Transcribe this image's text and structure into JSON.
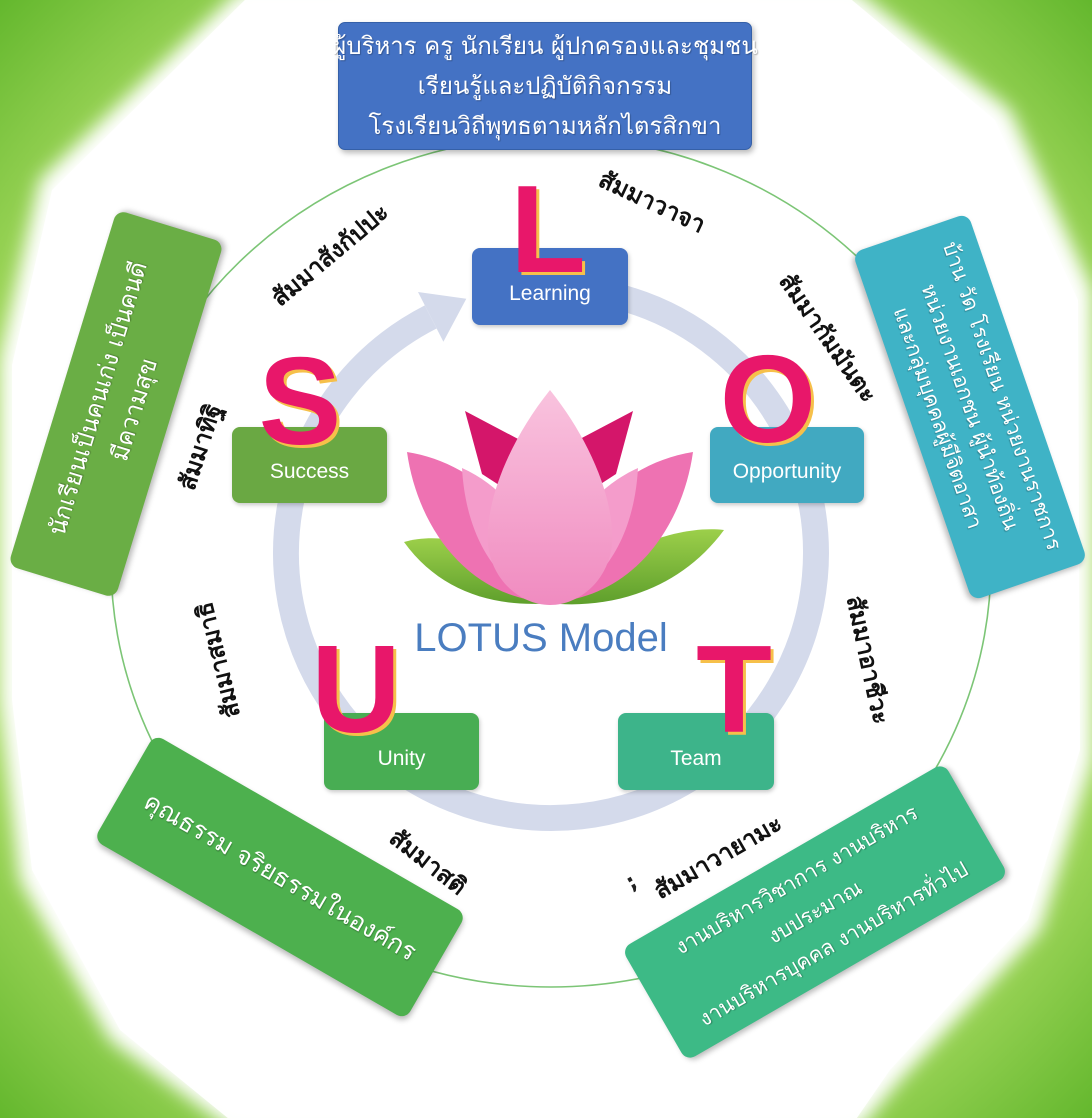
{
  "title": "LOTUS Model",
  "icons": [
    "lotus-flower",
    "cycle-arrow"
  ],
  "colors": {
    "learning": "#4472c4",
    "success": "#6aa843",
    "opportunity": "#41a9c1",
    "unity": "#48ad53",
    "team": "#3db48a",
    "letter": "#e8176a",
    "letter_shadow": "#f6c04a",
    "title": "#4a7dc0",
    "top_box": "#4472c4",
    "left_box": "#6aae45",
    "right_box": "#3fb3c6",
    "bottom_left_box": "#4db04e",
    "bottom_right_box": "#3dba86"
  },
  "center_boxes": {
    "learning": {
      "letter": "L",
      "label": "Learning"
    },
    "success": {
      "letter": "S",
      "label": "Success"
    },
    "opportunity": {
      "letter": "O",
      "label": "Opportunity"
    },
    "unity": {
      "letter": "U",
      "label": "Unity"
    },
    "team": {
      "letter": "T",
      "label": "Team"
    }
  },
  "outer_boxes": {
    "top": {
      "lines": [
        "ผู้บริหาร ครู นักเรียน ผู้ปกครองและชุมชน",
        "เรียนรู้และปฏิบัติกิจกรรม",
        "โรงเรียนวิถีพุทธตามหลักไตรสิกขา"
      ]
    },
    "left": {
      "lines": [
        "นักเรียนเป็นคนเก่ง เป็นคนดี",
        "มีความสุข"
      ]
    },
    "right": {
      "lines": [
        "บ้าน วัด โรงเรียน หน่วยงานราชการ",
        "หน่วยงานเอกชน ผู้นำท้องถิ่น",
        "และกลุ่มบุคคลผู้มีจิตอาสา"
      ]
    },
    "bottom_left": {
      "lines": [
        "คุณธรรม จริยธรรมในองค์กร"
      ]
    },
    "bottom_right": {
      "lines": [
        "งานบริหารวิชาการ งานบริหาร",
        "งบประมาณ",
        "งานบริหารบุคคล งานบริหารทั่วไป"
      ]
    }
  },
  "path_labels": {
    "sankappa": "สัมมาสังกัปปะ",
    "vaja": "สัมมาวาจา",
    "kammanta": "สัมมากัมมันตะ",
    "ditthi": "สัมมาทิฐิ",
    "ajiva": "สัมมาอาชีวะ",
    "samadhi": "สัมมาสมาธิ",
    "sati": "สัมมาสติ",
    "vayama": "สัมมาวายามะ"
  },
  "marks": {
    "semicolon": ";"
  }
}
